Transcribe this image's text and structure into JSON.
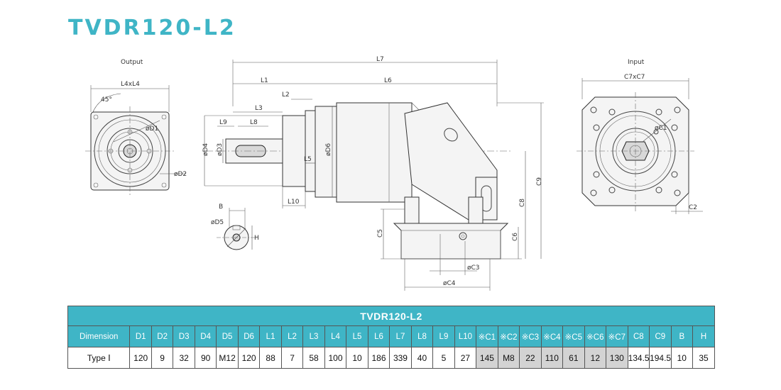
{
  "title": "TVDR120-L2",
  "views": {
    "output_label": "Output",
    "input_label": "Input"
  },
  "dimension_labels": {
    "L4xL4": "L4xL4",
    "angle45": "45°",
    "D1": "øD1",
    "D2": "øD2",
    "L7": "L7",
    "L1": "L1",
    "L6": "L6",
    "L2": "L2",
    "L3": "L3",
    "L9": "L9",
    "L8": "L8",
    "D4": "øD4",
    "D3": "øD3",
    "D6": "øD6",
    "L5": "L5",
    "L10": "L10",
    "C8": "C8",
    "C9": "C9",
    "C5": "C5",
    "C6": "C6",
    "C3": "øC3",
    "C4": "øC4",
    "C7xC7": "C7xC7",
    "C1": "øC1",
    "C2": "C2",
    "B": "B",
    "D5": "øD5",
    "H": "H"
  },
  "colors": {
    "accent": "#3fb5c6",
    "highlight_cell": "#d3d3d3"
  },
  "table": {
    "title": "TVDR120-L2",
    "columns": [
      "Dimension",
      "D1",
      "D2",
      "D3",
      "D4",
      "D5",
      "D6",
      "L1",
      "L2",
      "L3",
      "L4",
      "L5",
      "L6",
      "L7",
      "L8",
      "L9",
      "L10",
      "※C1",
      "※C2",
      "※C3",
      "※C4",
      "※C5",
      "※C6",
      "※C7",
      "C8",
      "C9",
      "B",
      "H"
    ],
    "rows": [
      {
        "values": [
          "Type Ⅰ",
          "120",
          "9",
          "32",
          "90",
          "M12",
          "120",
          "88",
          "7",
          "58",
          "100",
          "10",
          "186",
          "339",
          "40",
          "5",
          "27",
          "145",
          "M8",
          "22",
          "110",
          "61",
          "12",
          "130",
          "134.5",
          "194.5",
          "10",
          "35"
        ],
        "highlighted": [
          false,
          false,
          false,
          false,
          false,
          false,
          false,
          false,
          false,
          false,
          false,
          false,
          false,
          false,
          false,
          false,
          false,
          true,
          true,
          true,
          true,
          true,
          true,
          true,
          false,
          false,
          false,
          false
        ]
      }
    ]
  }
}
